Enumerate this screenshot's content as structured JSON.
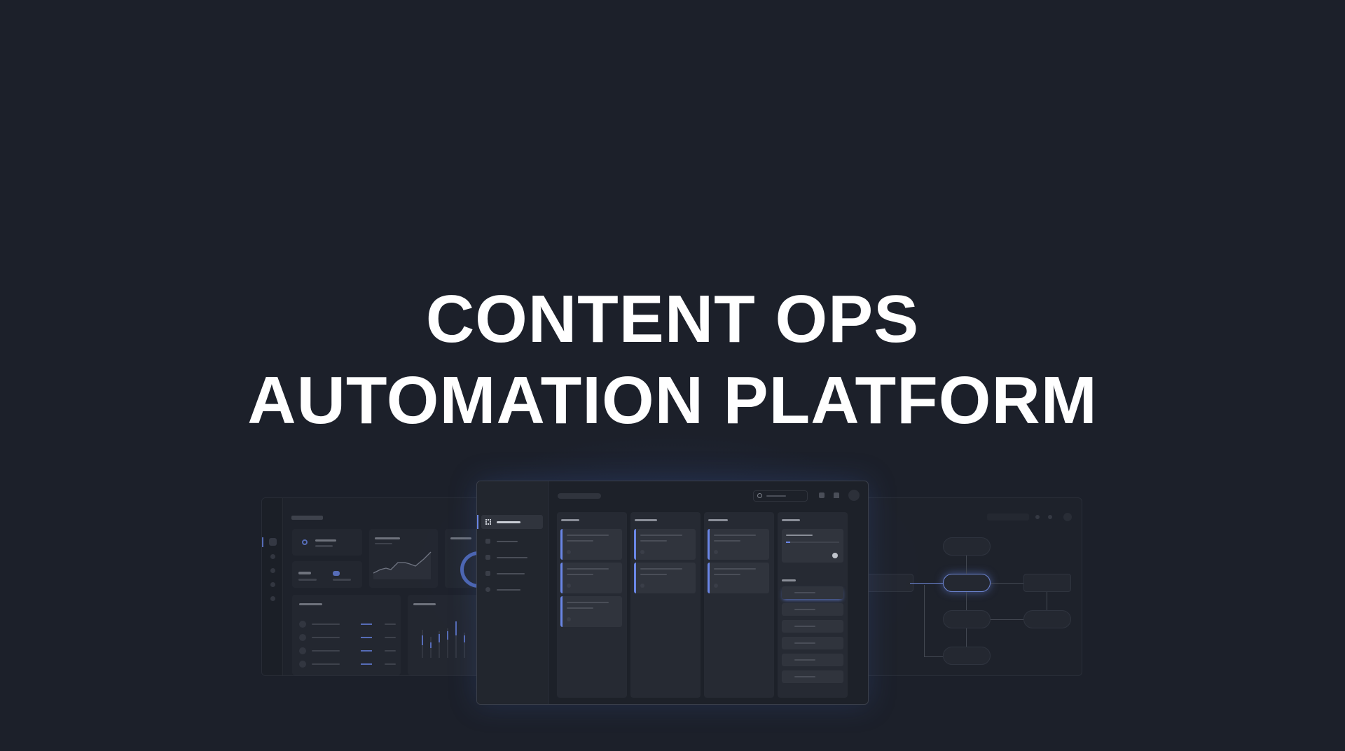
{
  "headline": {
    "line1": "CONTENT OPS",
    "line2": "AUTOMATION PLATFORM"
  },
  "colors": {
    "background": "#1c202a",
    "accent": "#6a86e6",
    "text": "#ffffff"
  },
  "mockups": {
    "left": {
      "type": "dashboard",
      "widgets": [
        "stat-card",
        "line-chart",
        "donut-chart",
        "table",
        "bar-chart"
      ]
    },
    "center": {
      "type": "kanban-board",
      "columns": 4
    },
    "right": {
      "type": "workflow-diagram",
      "nodes": 7
    }
  },
  "chart_data": {
    "type": "bar",
    "values": [
      55,
      30,
      45,
      55,
      75,
      40,
      45
    ],
    "title": "",
    "xlabel": "",
    "ylabel": ""
  }
}
